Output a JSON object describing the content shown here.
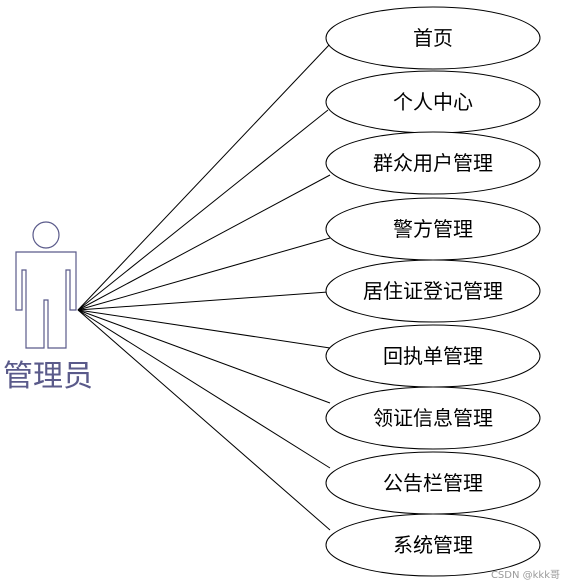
{
  "actor": {
    "name": "管理员"
  },
  "use_cases": [
    "首页",
    "个人中心",
    "群众用户管理",
    "警方管理",
    "居住证登记管理",
    "回执单管理",
    "领证信息管理",
    "公告栏管理",
    "系统管理"
  ],
  "watermark": "CSDN @kkk哥",
  "colors": {
    "actor": "#5a5a8a",
    "line": "#000000"
  }
}
